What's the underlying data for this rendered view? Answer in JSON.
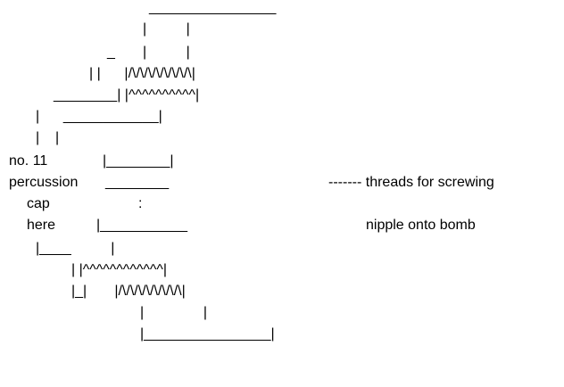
{
  "diagram": {
    "lines": [
      "________________",
      "|          |",
      "_       |          |",
      "| |      |/\\/\\/\\/\\/\\/\\/\\/\\|",
      "________| |^^^^^^^^^^|",
      "|      ____________|",
      "|    |",
      "no. 11",
      "|________|",
      "percussion",
      "________",
      ":",
      "cap",
      "here",
      "|___________",
      "|____          |",
      "| |^^^^^^^^^^^^|",
      "|_|       |/\\/\\/\\/\\/\\/\\/\\/\\|",
      "|               |",
      "|________________|"
    ],
    "labels": {
      "threads_line1": "------- threads for screwing",
      "threads_line2": "nipple onto bomb"
    }
  }
}
